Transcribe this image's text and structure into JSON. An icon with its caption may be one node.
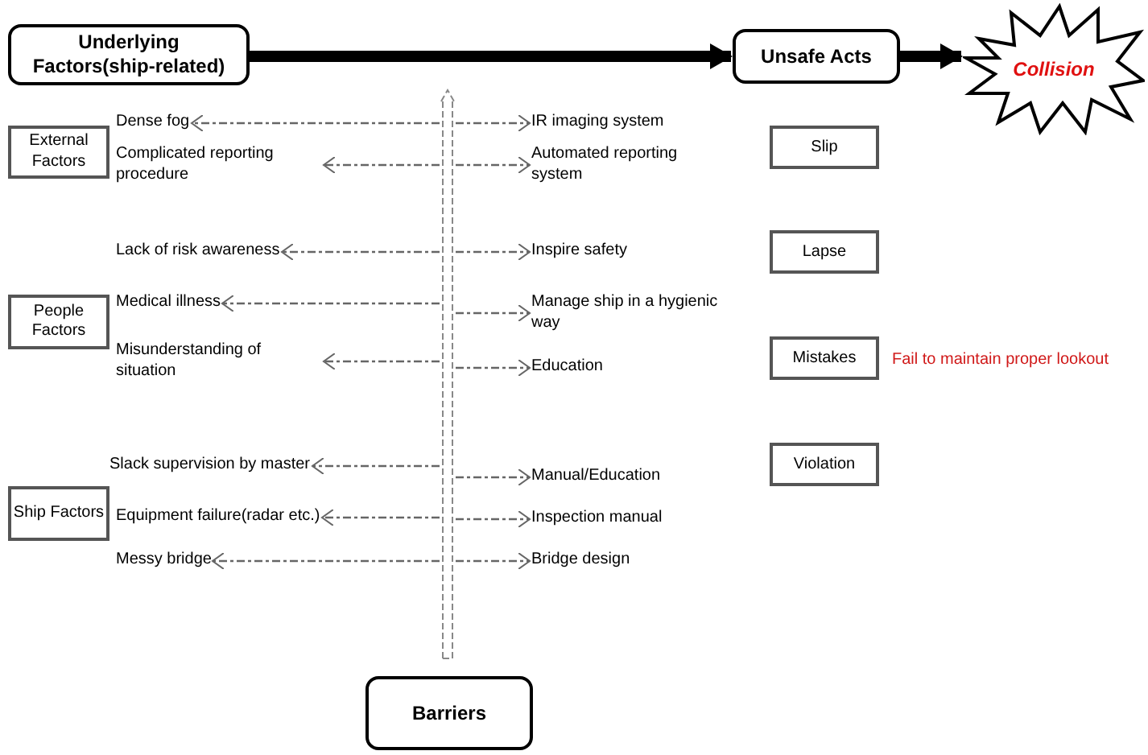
{
  "diagram": {
    "nodes": [
      {
        "text": [
          "Underlying Factors(ship-related)"
        ]
      },
      {
        "text": [
          "Unsafe Acts"
        ]
      },
      {
        "text": [
          "Collision"
        ]
      },
      {
        "text": [
          "External Factors"
        ]
      },
      {
        "text": [
          "People Factors"
        ]
      },
      {
        "text": [
          "Ship Factors"
        ]
      },
      {
        "text": [
          "Slip"
        ]
      },
      {
        "text": [
          "Lapse"
        ]
      },
      {
        "text": [
          "Mistakes"
        ],
        "beside": [
          "Fail to maintain proper lookout"
        ]
      },
      {
        "text": [
          "Violation"
        ]
      },
      {
        "text": [
          "Barriers"
        ]
      },
      {
        "text": [],
        "shape": "bar"
      },
      {
        "text": [
          "Dense fog"
        ]
      },
      {
        "text": [
          "Complicated reporting procedure"
        ]
      },
      {
        "text": [
          "Lack of risk awareness"
        ]
      },
      {
        "text": [
          "Medical illness"
        ]
      },
      {
        "text": [
          "Misunderstanding of situation"
        ]
      },
      {
        "text": [
          "Slack supervision by master"
        ]
      },
      {
        "text": [
          "Equipment failure(radar etc.)"
        ]
      },
      {
        "text": [
          "Messy bridge"
        ]
      },
      {
        "text": [
          "IR imaging system"
        ]
      },
      {
        "text": [
          "Automated reporting system"
        ]
      },
      {
        "text": [
          "Inspire safety"
        ]
      },
      {
        "text": [
          "Manage ship in a hygienic way"
        ]
      },
      {
        "text": [
          "Education"
        ]
      },
      {
        "text": [
          "Manual/Education"
        ]
      },
      {
        "text": [
          "Inspection manual"
        ]
      },
      {
        "text": [
          "Bridge design"
        ]
      }
    ],
    "edges": [
      {
        "from": 0,
        "to": 1,
        "arrow": "to",
        "style": "thick",
        "color": "#000000"
      },
      {
        "from": 1,
        "to": 2,
        "arrow": "to",
        "style": "thick",
        "color": "#000000"
      },
      {
        "from": 11,
        "to": 12,
        "arrow": "to",
        "style": "dashed",
        "color": "#666666"
      },
      {
        "from": 11,
        "to": 13,
        "arrow": "to",
        "style": "dashed",
        "color": "#666666"
      },
      {
        "from": 11,
        "to": 14,
        "arrow": "to",
        "style": "dashed",
        "color": "#666666"
      },
      {
        "from": 11,
        "to": 15,
        "arrow": "to",
        "style": "dashed",
        "color": "#666666"
      },
      {
        "from": 11,
        "to": 16,
        "arrow": "to",
        "style": "dashed",
        "color": "#666666"
      },
      {
        "from": 11,
        "to": 17,
        "arrow": "to",
        "style": "dashed",
        "color": "#666666"
      },
      {
        "from": 11,
        "to": 18,
        "arrow": "to",
        "style": "dashed",
        "color": "#666666"
      },
      {
        "from": 11,
        "to": 19,
        "arrow": "to",
        "style": "dashed",
        "color": "#666666"
      },
      {
        "from": 11,
        "to": 20,
        "arrow": "to",
        "style": "dashed",
        "color": "#666666"
      },
      {
        "from": 11,
        "to": 21,
        "arrow": "to",
        "style": "dashed",
        "color": "#666666"
      },
      {
        "from": 11,
        "to": 22,
        "arrow": "to",
        "style": "dashed",
        "color": "#666666"
      },
      {
        "from": 11,
        "to": 23,
        "arrow": "to",
        "style": "dashed",
        "color": "#666666"
      },
      {
        "from": 11,
        "to": 24,
        "arrow": "to",
        "style": "dashed",
        "color": "#666666"
      },
      {
        "from": 11,
        "to": 25,
        "arrow": "to",
        "style": "dashed",
        "color": "#666666"
      },
      {
        "from": 11,
        "to": 26,
        "arrow": "to",
        "style": "dashed",
        "color": "#666666"
      },
      {
        "from": 11,
        "to": 27,
        "arrow": "to",
        "style": "dashed",
        "color": "#666666"
      }
    ]
  }
}
